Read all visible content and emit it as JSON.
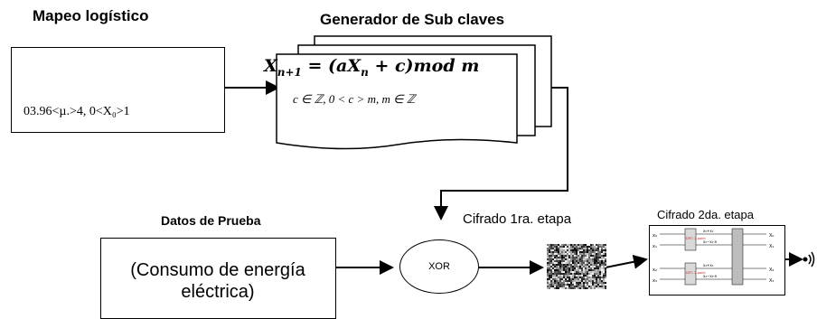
{
  "labels": {
    "mapeo_title": "Mapeo logístico",
    "mapeo_condition": "03.96<µ.>4, 0<X₀>1",
    "generator_title": "Generador de Sub claves",
    "generator_equation": "X",
    "generator_eq_sub": "n+1",
    "generator_eq_rest": " = (aX",
    "generator_eq_sub2": "n",
    "generator_eq_tail": " + c)mod m",
    "generator_constraint": "c ∈ ℤ, 0 < c > m, m ∈ ℤ",
    "datos_title": "Datos de Prueba",
    "datos_line1": "(Consumo de energía",
    "datos_line2": "eléctrica)",
    "xor": "XOR",
    "cifrado1": "Cifrado 1ra. etapa",
    "cifrado2": "Cifrado 2da. etapa"
  },
  "circuit": {
    "left_inputs": [
      "x₀",
      "x₁",
      "x₂",
      "x₃"
    ],
    "block_label": "DFT₂ 2-point",
    "mid_labels": [
      "x₀+x₁",
      "x₀−x₁·e",
      "x₂+x₃",
      "x₂−x₃·e"
    ],
    "outputs": [
      "X₀",
      "X₁",
      "X₂",
      "X₃"
    ]
  },
  "colors": {
    "stroke": "#000000",
    "block_red": "#cc2222",
    "gray": "#bdbdbd"
  }
}
